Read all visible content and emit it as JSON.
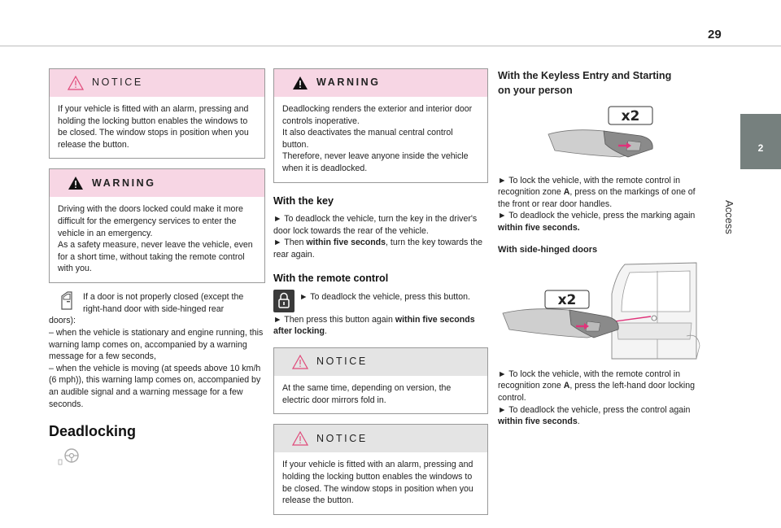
{
  "page_number": "29",
  "side_tab": {
    "number": "2",
    "label": "Access"
  },
  "col1": {
    "notice1": {
      "title": "NOTICE",
      "text": "If your vehicle is fitted with an alarm, pressing and holding the locking button enables the windows to be closed. The window stops in position when you release the button."
    },
    "warning1": {
      "title": "WARNING",
      "p1": "Driving with the doors locked could make it more difficult for the emergency services to enter the vehicle in an emergency.",
      "p2": "As a safety measure, never leave the vehicle, even for a short time, without taking the remote control with you."
    },
    "door_para": {
      "line1": "If a door is not properly closed (except the right-hand door with side-hinged rear",
      "line2": "doors):",
      "item1": "– when the vehicle is stationary and engine running, this warning lamp comes on, accompanied by a warning message for a few seconds,",
      "item2": "– when the vehicle is moving (at speeds above 10 km/h (6 mph)), this warning lamp comes on, accompanied by an audible signal and a warning message for a few seconds."
    },
    "deadlocking_title": "Deadlocking"
  },
  "col2": {
    "warning2": {
      "title": "WARNING",
      "p1": "Deadlocking renders the exterior and interior door controls inoperative.",
      "p2": "It also deactivates the manual central control button.",
      "p3": "Therefore, never leave anyone inside the vehicle when it is deadlocked."
    },
    "with_key": {
      "title": "With the key",
      "s1": "► To deadlock the vehicle, turn the key in the driver's door lock towards the rear of the vehicle.",
      "s2_pre": "► Then ",
      "s2_bold": "within five seconds",
      "s2_post": ", turn the key towards the rear again."
    },
    "with_remote": {
      "title": "With the remote control",
      "s1": "► To deadlock the vehicle, press this button.",
      "s2_pre": "► Then press this button again ",
      "s2_bold": "within five seconds after locking",
      "s2_post": "."
    },
    "notice2": {
      "title": "NOTICE",
      "text": "At the same time, depending on version, the electric door mirrors fold in."
    },
    "notice3": {
      "title": "NOTICE",
      "text": "If your vehicle is fitted with an alarm, pressing and holding the locking button enables the windows to be closed. The window stops in position when you release the button."
    }
  },
  "col3": {
    "keyless_title_1": "With the Keyless Entry and Starting",
    "keyless_title_2": "on your person",
    "x2_label": "x2",
    "k1_pre": "► To lock the vehicle, with the remote control in recognition zone ",
    "k1_bold": "A",
    "k1_post": ", press on the markings of one of the front or rear door handles.",
    "k2_pre": "► To deadlock the vehicle, press the marking again ",
    "k2_bold": "within five seconds.",
    "side_hinged_title": "With side-hinged doors",
    "x2_label_b": "x2",
    "h1_pre": "► To lock the vehicle, with the remote control in recognition zone ",
    "h1_bold": "A",
    "h1_post": ", press the left-hand door locking control.",
    "h2_pre": "► To deadlock the vehicle, press the control again ",
    "h2_bold": "within five seconds",
    "h2_post": "."
  }
}
